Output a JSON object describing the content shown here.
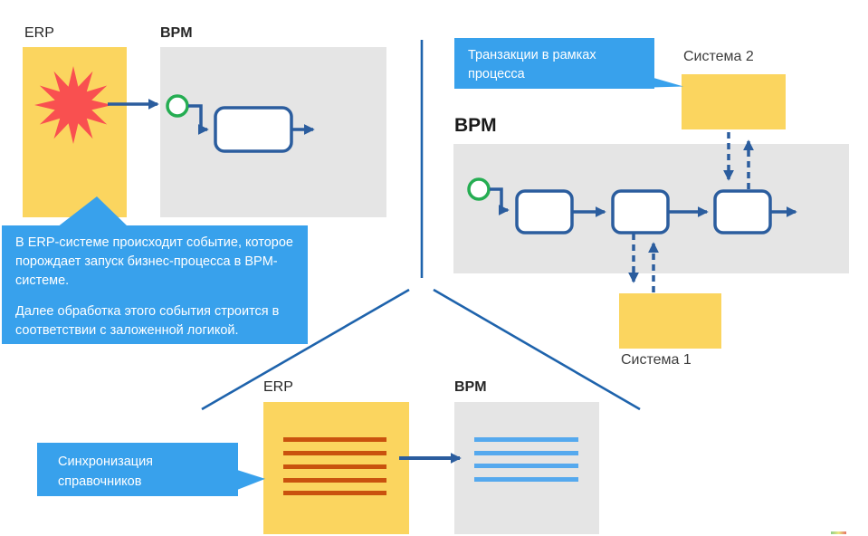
{
  "colors": {
    "callout_blue": "#38A1EC",
    "yellow": "#FBD55F",
    "gray_box": "#E5E5E5",
    "dark_blue": "#2B5D9E",
    "line_blue": "#1E63AC",
    "green": "#25AD52",
    "burst_red": "#F95050",
    "orange_line": "#C9520E",
    "light_blue_line": "#55A9EE"
  },
  "top_left": {
    "erp_label": "ERP",
    "bpm_label": "BPM",
    "callout": {
      "paragraph1": "В ERP-системе происходит событие, которое порождает запуск бизнес-процесса в BPM-системе.",
      "paragraph2": "Далее обработка этого события строится в соответствии с заложенной логикой."
    }
  },
  "top_right": {
    "callout": "Транзакции в рамках процесса",
    "system2_label": "Система 2",
    "bpm_label": "BPM",
    "system1_label": "Система 1"
  },
  "bottom": {
    "erp_label": "ERP",
    "bpm_label": "BPM",
    "callout": "Синхронизация справочников"
  }
}
